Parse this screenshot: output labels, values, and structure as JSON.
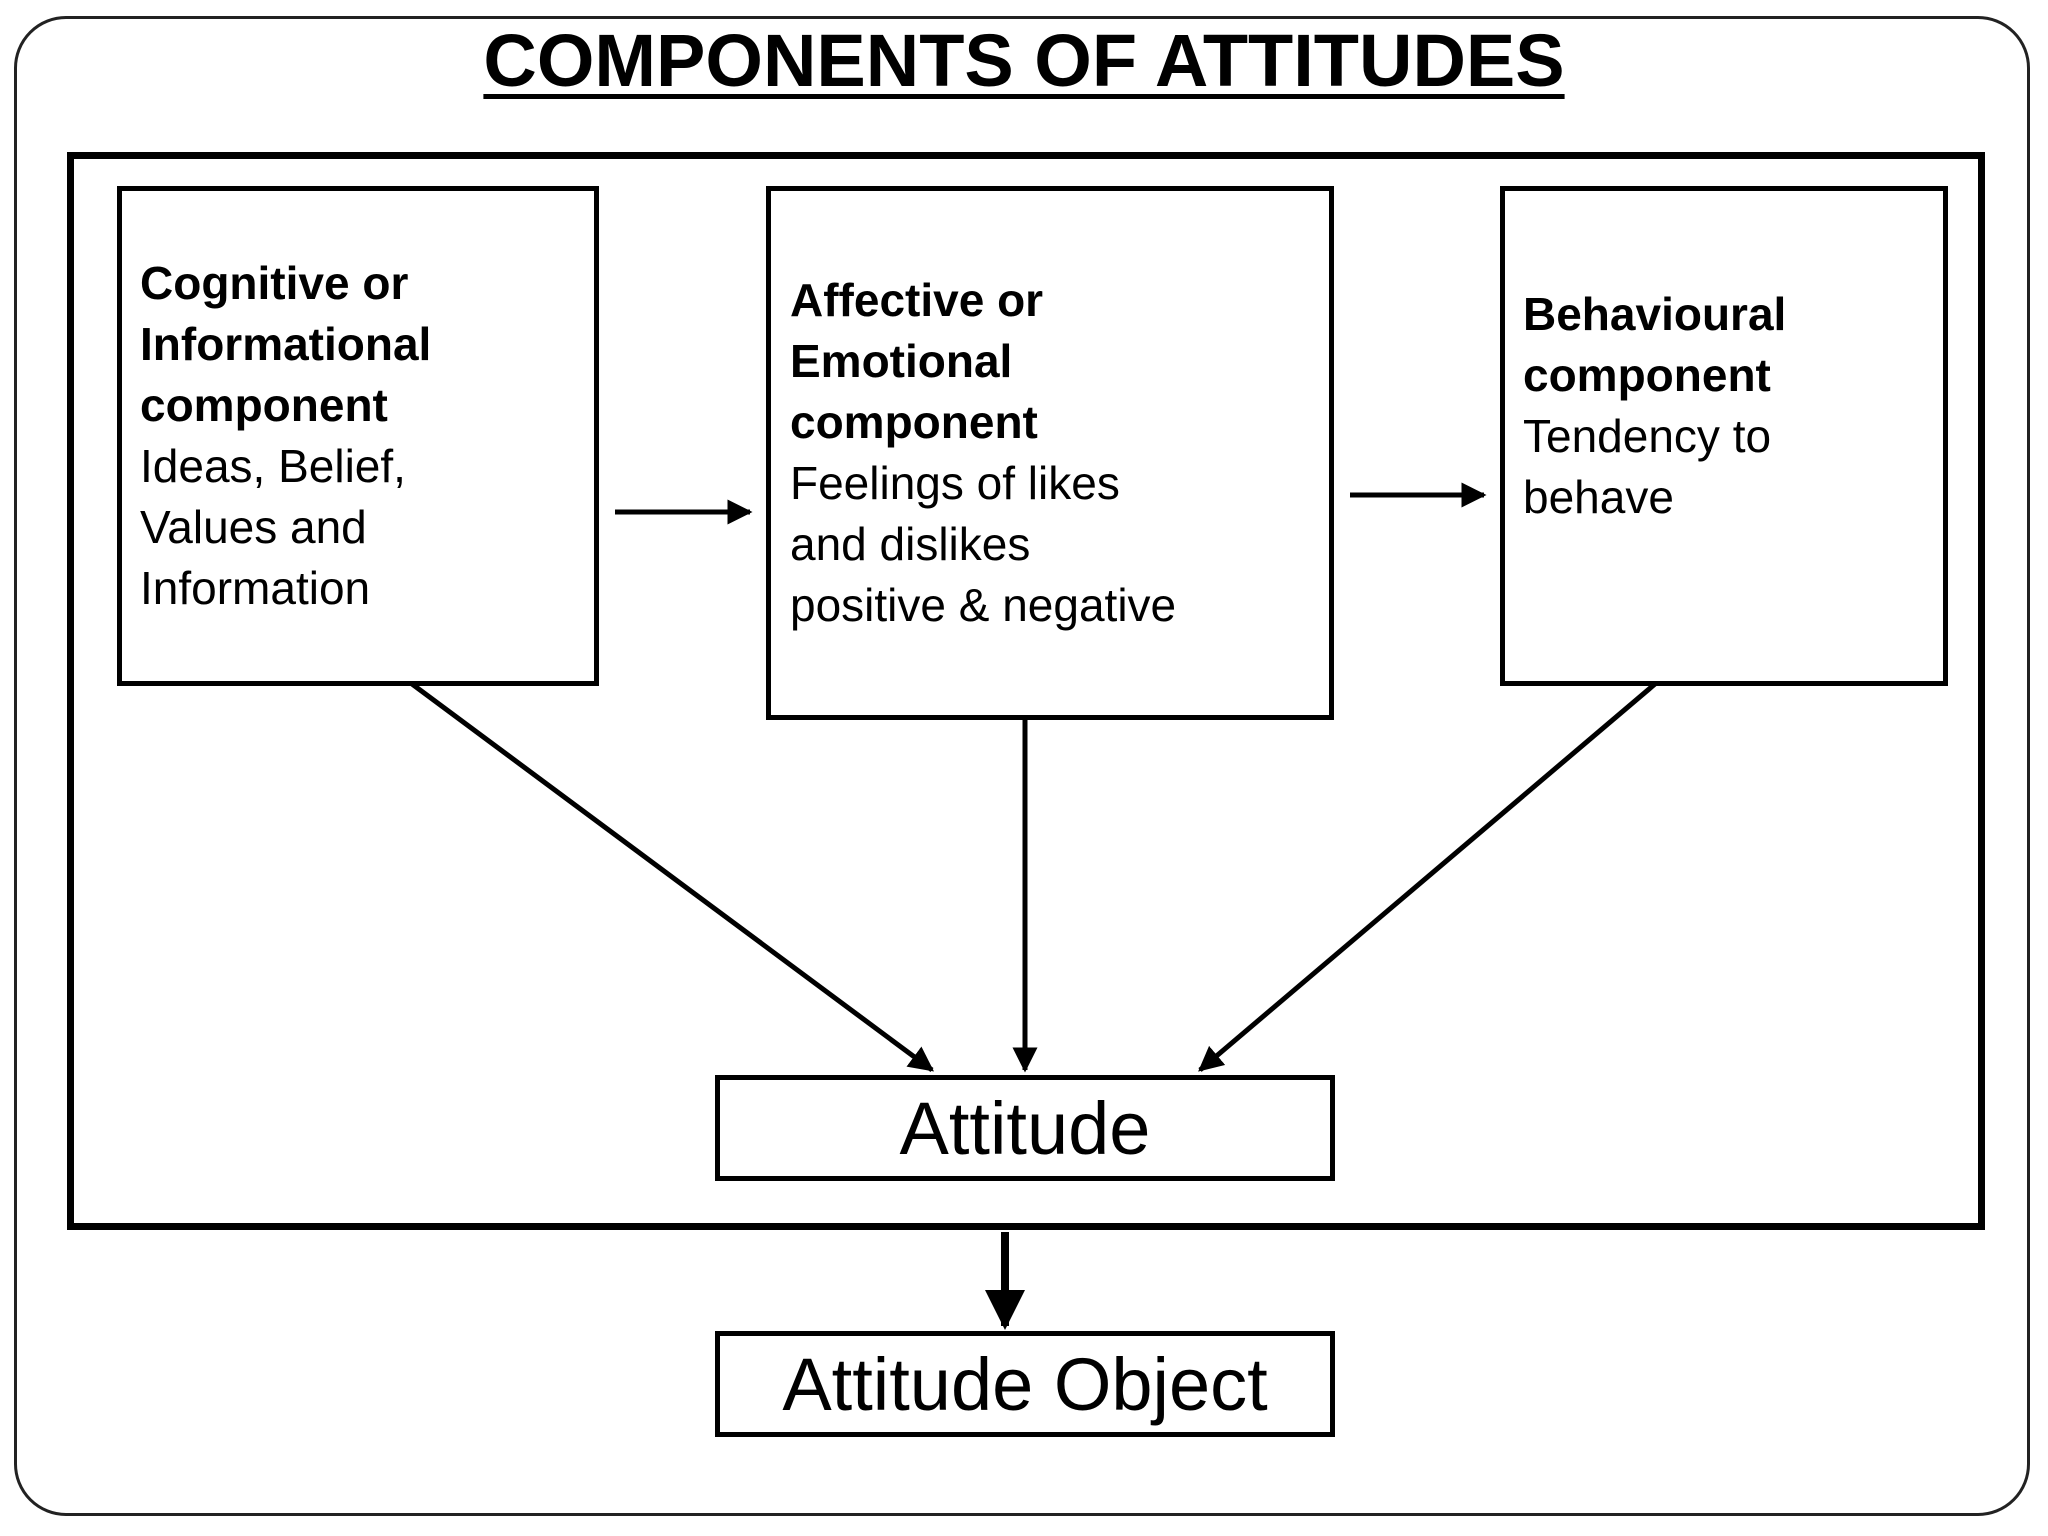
{
  "title": "COMPONENTS OF ATTITUDES",
  "components": [
    {
      "heading_lines": [
        "Cognitive  or",
        "Informational",
        "component"
      ],
      "desc_lines": [
        "Ideas, Belief,",
        "Values and",
        "Information"
      ]
    },
    {
      "heading_lines": [
        "Affective or",
        "Emotional",
        "component"
      ],
      "desc_lines": [
        "Feelings of likes",
        "and dislikes",
        "positive & negative"
      ]
    },
    {
      "heading_lines": [
        "Behavioural",
        "component"
      ],
      "desc_lines": [
        "Tendency to",
        "behave"
      ]
    }
  ],
  "attitude_label": "Attitude",
  "attitude_object_label": "Attitude Object"
}
